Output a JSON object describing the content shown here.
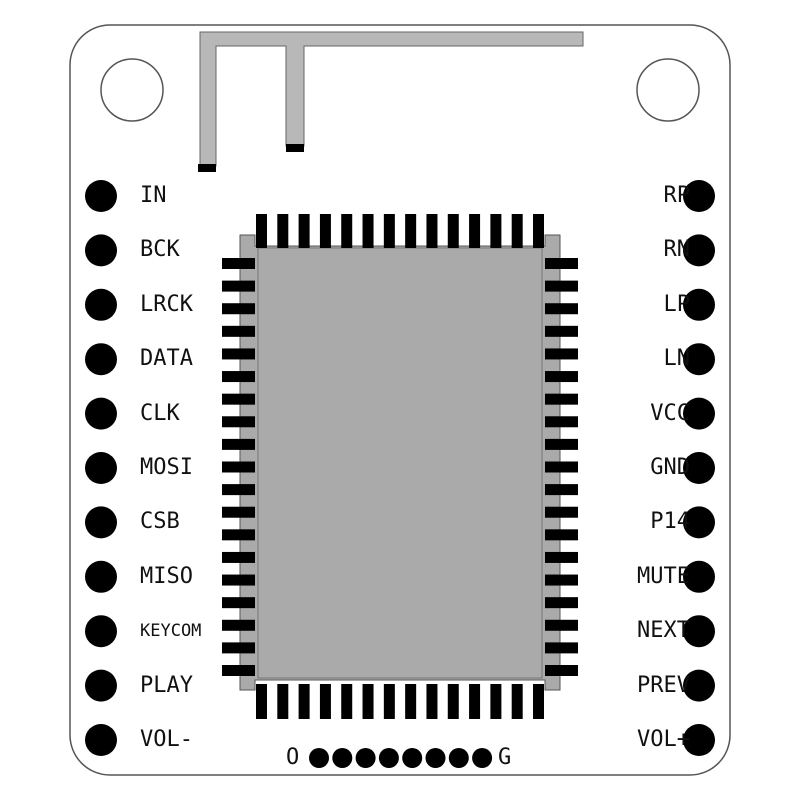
{
  "colors": {
    "board_fill": "#ffffff",
    "board_outline": "#555555",
    "pad_black": "#000000",
    "chip_body": "#aaaaaa",
    "antenna": "#b8b8b8"
  },
  "left_pins": [
    "IN",
    "BCK",
    "LRCK",
    "DATA",
    "CLK",
    "MOSI",
    "CSB",
    "MISO",
    "KEYCOM",
    "PLAY",
    "VOL-"
  ],
  "right_pins": [
    "RP",
    "RN",
    "LP",
    "LN",
    "VCC",
    "GND",
    "P14",
    "MUTE",
    "NEXT",
    "PREV",
    "VOL+"
  ],
  "bottom_header": {
    "left_label": "O",
    "right_label": "G",
    "pad_count": 8
  },
  "chip": {
    "pads_top": 14,
    "pads_bottom": 14,
    "pads_left": 19,
    "pads_right": 19
  }
}
